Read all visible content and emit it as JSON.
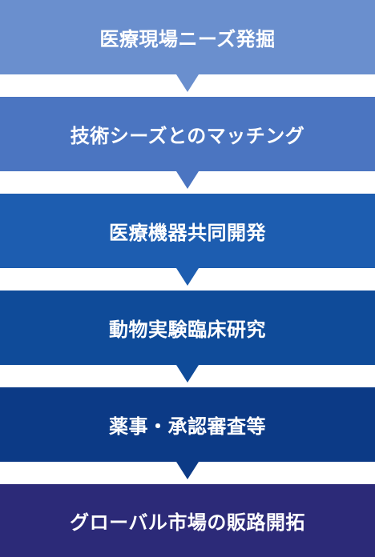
{
  "steps": [
    {
      "label": "医療現場ニーズ発掘",
      "color": "#6a8fce"
    },
    {
      "label": "技術シーズとのマッチング",
      "color": "#4b75c1"
    },
    {
      "label": "医療機器共同開発",
      "color": "#1d5db0"
    },
    {
      "label": "動物実験臨床研究",
      "color": "#0f4b99"
    },
    {
      "label": "薬事・承認審査等",
      "color": "#0c3a86"
    },
    {
      "label": "グローバル市場の販路開拓",
      "color": "#2c2a78"
    }
  ]
}
